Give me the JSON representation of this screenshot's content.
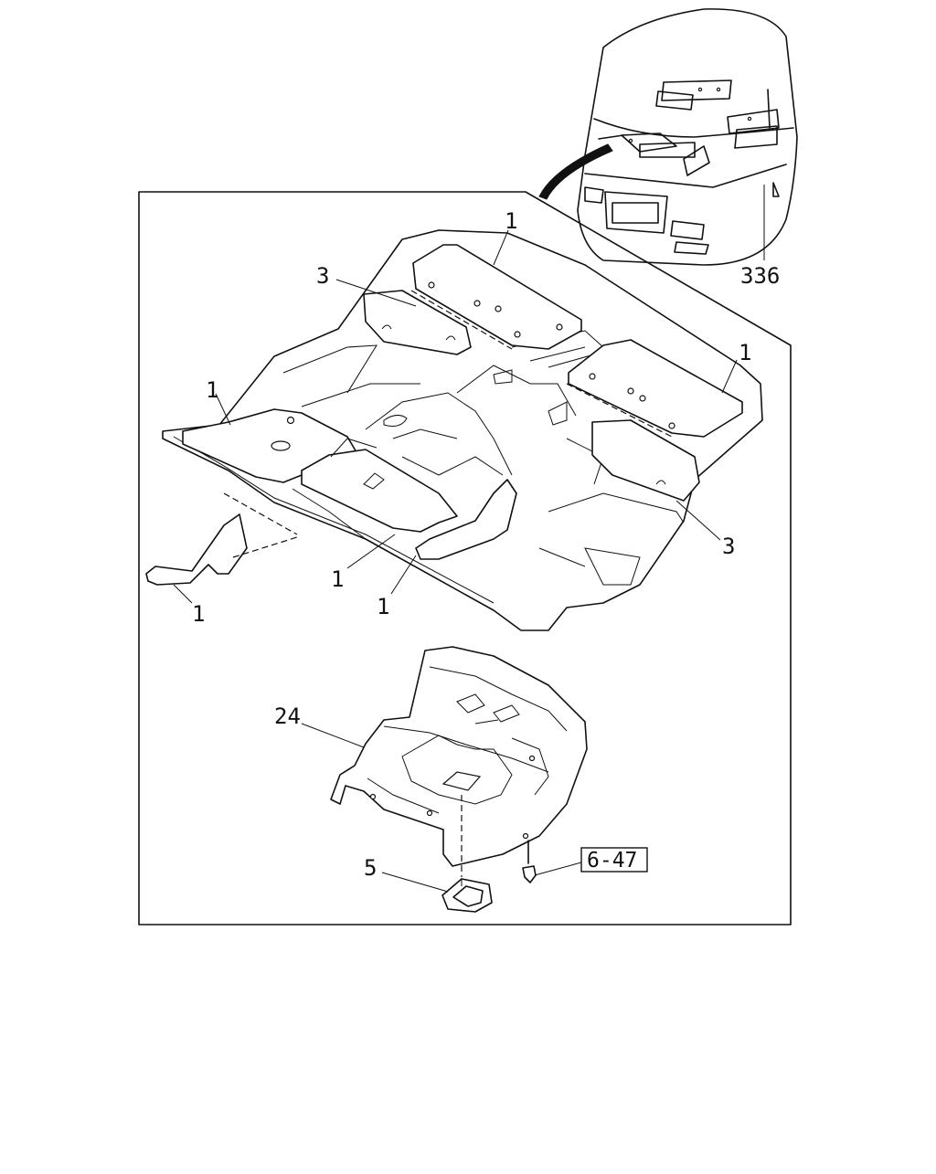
{
  "callouts": {
    "cab_ref": "336",
    "mat_top_center": "1",
    "mat_top_right": "1",
    "mat_left_front": "1",
    "mat_left_lower": "1",
    "mat_tunnel": "1",
    "mat_tunnel_right": "1",
    "insulator_left": "3",
    "insulator_right": "3",
    "floor_insulator": "24",
    "boot": "5",
    "fastener_ref": "6-47"
  }
}
